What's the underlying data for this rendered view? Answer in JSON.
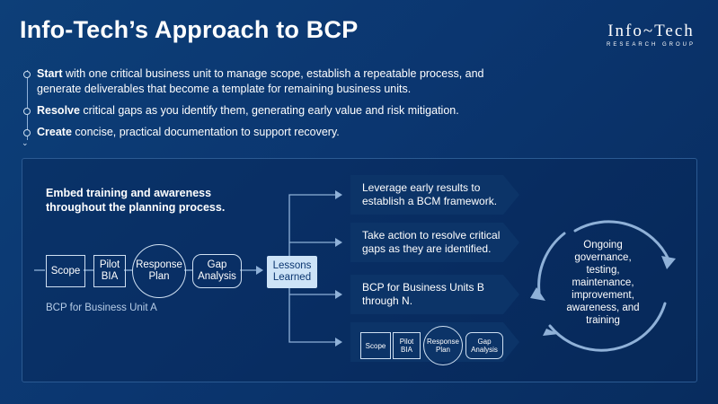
{
  "title": "Info-Tech’s Approach to BCP",
  "logo": {
    "main": "Info~Tech",
    "sub": "RESEARCH GROUP"
  },
  "bullets": [
    {
      "lead": "Start",
      "text": " with one critical business unit to manage scope, establish a repeatable process, and generate deliverables that become a template for remaining business units."
    },
    {
      "lead": "Resolve",
      "text": " critical gaps as you identify them, generating early value and risk mitigation."
    },
    {
      "lead": "Create",
      "text": " concise, practical documentation to support recovery."
    }
  ],
  "diagram": {
    "embed": "Embed training and awareness throughout the planning process.",
    "steps": [
      "Scope",
      "Pilot BIA",
      "Response Plan",
      "Gap Analysis"
    ],
    "lessons": "Lessons Learned",
    "unit_label": "BCP for Business Unit A",
    "outcomes": [
      "Leverage early results to establish a BCM framework.",
      "Take action to resolve critical gaps as they are identified.",
      "BCP for Business Units B through N."
    ],
    "mini_steps": [
      "Scope",
      "Pilot BIA",
      "Response Plan",
      "Gap Analysis"
    ],
    "cycle": "Ongoing governance, testing, maintenance, improvement, awareness, and training"
  },
  "colors": {
    "background": "#0b3670",
    "panel_border": "#2b5a92",
    "accent_light": "#cde3f7",
    "arrow_box": "#0c3468"
  }
}
